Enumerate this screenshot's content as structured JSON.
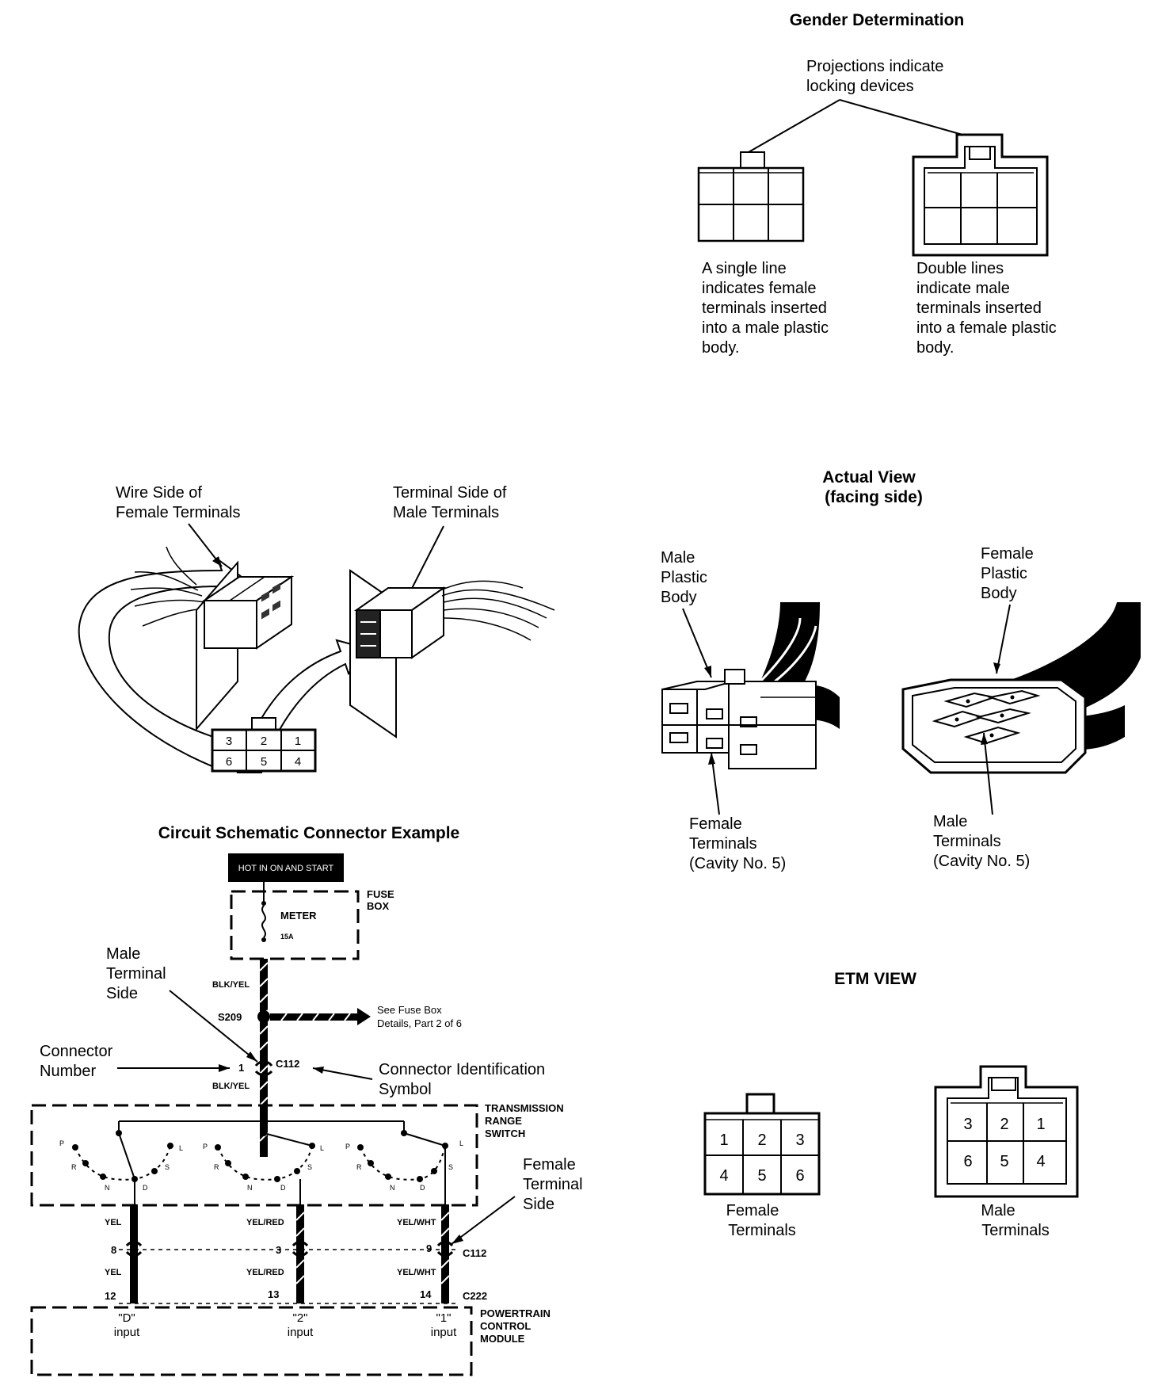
{
  "gender": {
    "title": "Gender Determination",
    "proj1": "Projections indicate",
    "proj2": "locking devices",
    "single": [
      "A single line",
      "indicates female",
      "terminals inserted",
      "into a male plastic",
      "body."
    ],
    "double": [
      "Double lines",
      "indicate male",
      "terminals inserted",
      "into a female plastic",
      "body."
    ]
  },
  "wire": {
    "wire1": "Wire Side of",
    "wire2": "Female Terminals",
    "term1": "Terminal Side of",
    "term2": "Male Terminals",
    "top_nums": [
      "3",
      "2",
      "1"
    ],
    "bot_nums": [
      "6",
      "5",
      "4"
    ]
  },
  "actual": {
    "title1": "Actual View",
    "title2": "(facing side)",
    "male_body": [
      "Male",
      "Plastic",
      "Body"
    ],
    "female_body": [
      "Female",
      "Plastic",
      "Body"
    ],
    "female_term": [
      "Female",
      "Terminals",
      "(Cavity No. 5)"
    ],
    "male_term": [
      "Male",
      "Terminals",
      "(Cavity No. 5)"
    ]
  },
  "schematic": {
    "title": "Circuit Schematic Connector Example",
    "hot": "HOT IN ON AND START",
    "fuse1": "FUSE",
    "fuse2": "BOX",
    "meter": "METER",
    "amp": "15A",
    "blkyel": "BLK/YEL",
    "s209": "S209",
    "see1": "See Fuse Box",
    "see2": "Details, Part 2 of 6",
    "male_side": [
      "Male",
      "Terminal",
      "Side"
    ],
    "conn_num": [
      "Connector",
      "Number"
    ],
    "pin1": "1",
    "c112": "C112",
    "conn_id": [
      "Connector Identification",
      "Symbol"
    ],
    "trs": [
      "TRANSMISSION",
      "RANGE",
      "SWITCH"
    ],
    "sw": [
      "P",
      "R",
      "N",
      "D",
      "S",
      "L"
    ],
    "female_side": [
      "Female",
      "Terminal",
      "Side"
    ],
    "wires": [
      "YEL",
      "YEL/RED",
      "YEL/WHT"
    ],
    "pins_top": [
      "8",
      "3",
      "9"
    ],
    "pins_bot": [
      "12",
      "13",
      "14"
    ],
    "c222": "C222",
    "pcm": [
      "POWERTRAIN",
      "CONTROL",
      "MODULE"
    ],
    "inputs": [
      "\"D\"",
      "\"2\"",
      "\"1\""
    ],
    "input_word": "input"
  },
  "etm": {
    "title": "ETM VIEW",
    "fem_top": [
      "1",
      "2",
      "3"
    ],
    "fem_bot": [
      "4",
      "5",
      "6"
    ],
    "male_top": [
      "3",
      "2",
      "1"
    ],
    "male_bot": [
      "6",
      "5",
      "4"
    ],
    "fem_label": [
      "Female",
      "Terminals"
    ],
    "male_label": [
      "Male",
      "Terminals"
    ]
  }
}
